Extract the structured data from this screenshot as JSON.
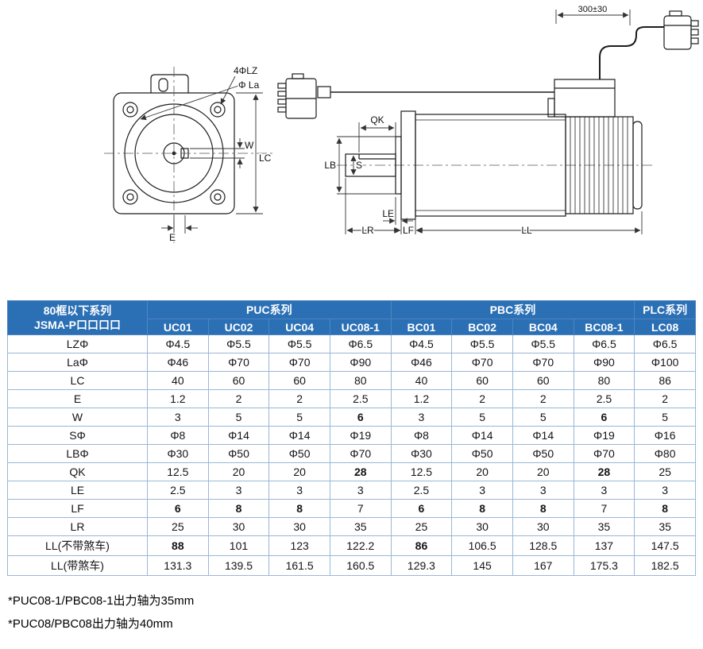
{
  "colors": {
    "table_header_bg": "#2b6fb5",
    "table_border": "#9ab7d6",
    "header_text": "#ffffff",
    "body_text": "#151515"
  },
  "diagram": {
    "front_view": {
      "labels": {
        "bolt_holes": "4ΦLZ",
        "pilot_diameter": "Φ La",
        "key_width": "W",
        "flange_size": "LC",
        "offset": "E"
      }
    },
    "side_view": {
      "labels": {
        "cable_length": "300±30",
        "key_length": "QK",
        "pilot": "LB",
        "shaft": "S",
        "le": "LE",
        "lr": "LR",
        "lf": "LF",
        "ll": "LL"
      }
    }
  },
  "table": {
    "header": {
      "series_line1": "80框以下系列",
      "series_line2": "JSMA-P口口口口",
      "groups": [
        {
          "label": "PUC系列",
          "span": 4
        },
        {
          "label": "PBC系列",
          "span": 4
        },
        {
          "label": "PLC系列",
          "span": 1
        }
      ],
      "models": [
        "UC01",
        "UC02",
        "UC04",
        "UC08-1",
        "BC01",
        "BC02",
        "BC04",
        "BC08-1",
        "LC08"
      ]
    },
    "rows": [
      {
        "param": "LZΦ",
        "values": [
          "Φ4.5",
          "Φ5.5",
          "Φ5.5",
          "Φ6.5",
          "Φ4.5",
          "Φ5.5",
          "Φ5.5",
          "Φ6.5",
          "Φ6.5"
        ],
        "bold": []
      },
      {
        "param": "LaΦ",
        "values": [
          "Φ46",
          "Φ70",
          "Φ70",
          "Φ90",
          "Φ46",
          "Φ70",
          "Φ70",
          "Φ90",
          "Φ100"
        ],
        "bold": []
      },
      {
        "param": "LC",
        "values": [
          "40",
          "60",
          "60",
          "80",
          "40",
          "60",
          "60",
          "80",
          "86"
        ],
        "bold": []
      },
      {
        "param": "E",
        "values": [
          "1.2",
          "2",
          "2",
          "2.5",
          "1.2",
          "2",
          "2",
          "2.5",
          "2"
        ],
        "bold": []
      },
      {
        "param": "W",
        "values": [
          "3",
          "5",
          "5",
          "6",
          "3",
          "5",
          "5",
          "6",
          "5"
        ],
        "bold": [
          3,
          7
        ]
      },
      {
        "param": "SΦ",
        "values": [
          "Φ8",
          "Φ14",
          "Φ14",
          "Φ19",
          "Φ8",
          "Φ14",
          "Φ14",
          "Φ19",
          "Φ16"
        ],
        "bold": []
      },
      {
        "param": "LBΦ",
        "values": [
          "Φ30",
          "Φ50",
          "Φ50",
          "Φ70",
          "Φ30",
          "Φ50",
          "Φ50",
          "Φ70",
          "Φ80"
        ],
        "bold": []
      },
      {
        "param": "QK",
        "values": [
          "12.5",
          "20",
          "20",
          "28",
          "12.5",
          "20",
          "20",
          "28",
          "25"
        ],
        "bold": [
          3,
          7
        ]
      },
      {
        "param": "LE",
        "values": [
          "2.5",
          "3",
          "3",
          "3",
          "2.5",
          "3",
          "3",
          "3",
          "3"
        ],
        "bold": []
      },
      {
        "param": "LF",
        "values": [
          "6",
          "8",
          "8",
          "7",
          "6",
          "8",
          "8",
          "7",
          "8"
        ],
        "bold": [
          0,
          1,
          2,
          4,
          5,
          6,
          8
        ]
      },
      {
        "param": "LR",
        "values": [
          "25",
          "30",
          "30",
          "35",
          "25",
          "30",
          "30",
          "35",
          "35"
        ],
        "bold": []
      },
      {
        "param": "LL(不带煞车)",
        "values": [
          "88",
          "101",
          "123",
          "122.2",
          "86",
          "106.5",
          "128.5",
          "137",
          "147.5"
        ],
        "bold": [
          0,
          4
        ]
      },
      {
        "param": "LL(带煞车)",
        "values": [
          "131.3",
          "139.5",
          "161.5",
          "160.5",
          "129.3",
          "145",
          "167",
          "175.3",
          "182.5"
        ],
        "bold": []
      }
    ]
  },
  "notes": [
    "*PUC08-1/PBC08-1出力轴为35mm",
    "*PUC08/PBC08出力轴为40mm"
  ]
}
